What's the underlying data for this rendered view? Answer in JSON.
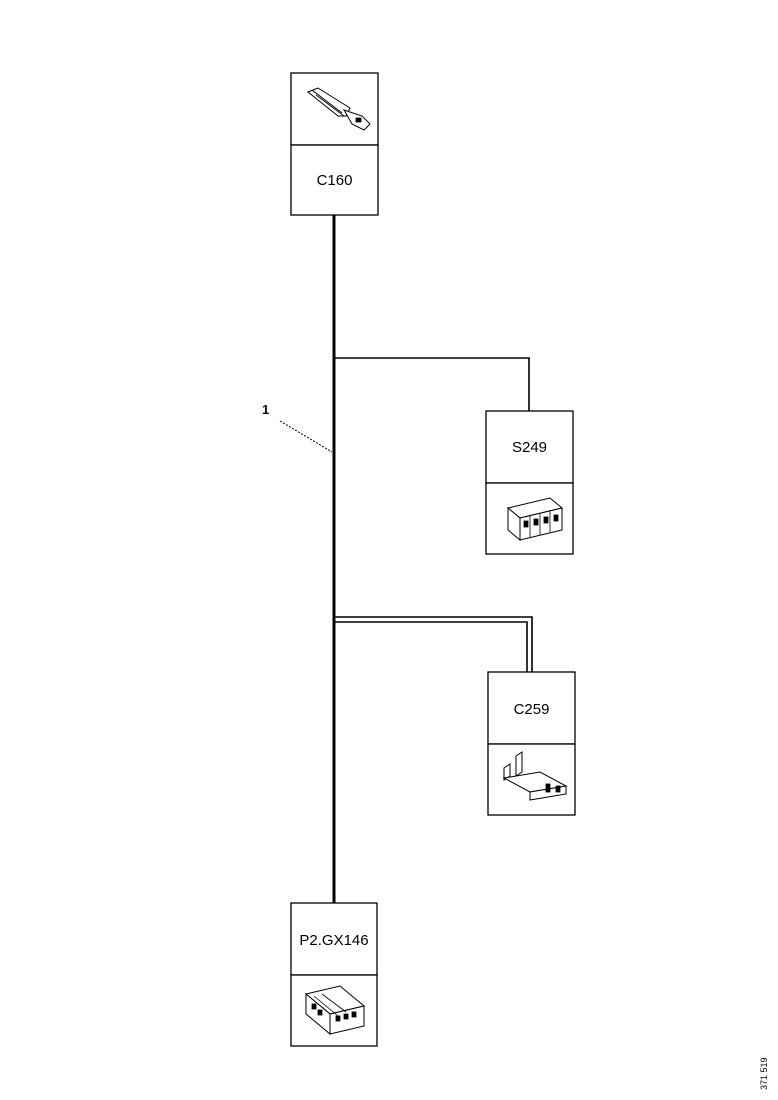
{
  "diagram": {
    "harness_callout": "1",
    "components": [
      {
        "id": "C160",
        "label": "C160",
        "icon": "plug-connector-icon"
      },
      {
        "id": "S249",
        "label": "S249",
        "icon": "switch-block-icon"
      },
      {
        "id": "C259",
        "label": "C259",
        "icon": "terminal-connector-icon"
      },
      {
        "id": "P2.GX146",
        "label": "P2.GX146",
        "icon": "multi-pin-connector-icon"
      }
    ],
    "reference_number": "371 519"
  }
}
